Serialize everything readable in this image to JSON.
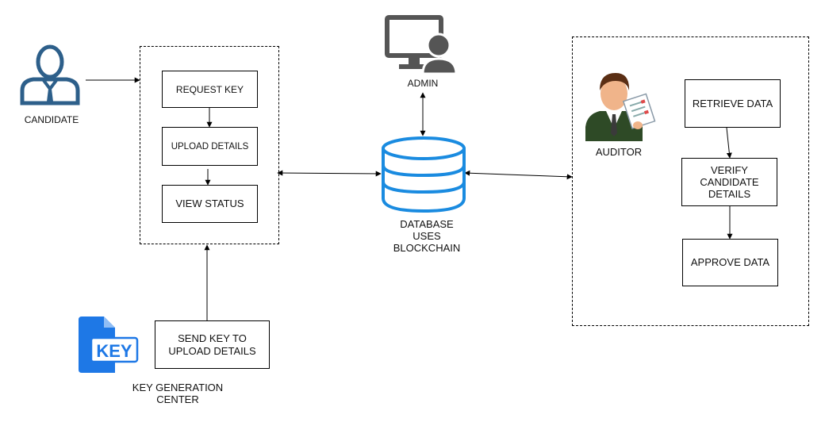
{
  "actors": {
    "candidate": "CANDIDATE",
    "admin": "ADMIN",
    "auditor": "AUDITOR",
    "key_center": "KEY GENERATION\nCENTER",
    "database": "DATABASE\nUSES\nBLOCKCHAIN"
  },
  "candidate_steps": {
    "request_key": "REQUEST KEY",
    "upload_details": "UPLOAD DETAILS",
    "view_status": "VIEW STATUS"
  },
  "key_center_step": "SEND KEY TO\nUPLOAD DETAILS",
  "key_icon_text": "KEY",
  "auditor_steps": {
    "retrieve": "RETRIEVE DATA",
    "verify": "VERIFY\nCANDIDATE\nDETAILS",
    "approve": "APPROVE DATA"
  },
  "colors": {
    "person_blue": "#2d5f8a",
    "db_blue": "#1a8be0",
    "monitor_gray": "#555555",
    "key_blue": "#1e78e6"
  }
}
